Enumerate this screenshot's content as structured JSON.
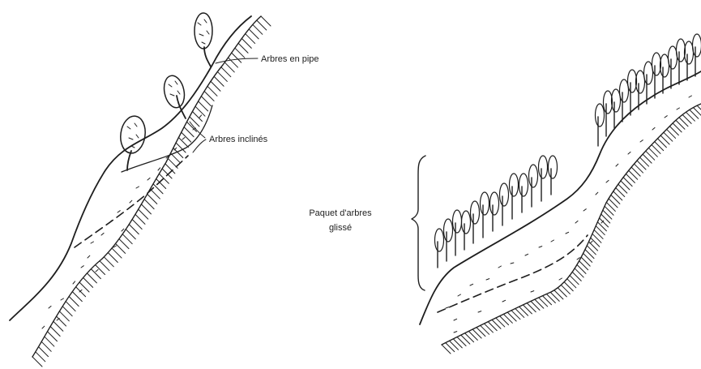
{
  "labels": {
    "arbres_en_pipe": "Arbres en pipe",
    "arbres_inclines": "Arbres inclinés",
    "paquet_line1": "Paquet d'arbres",
    "paquet_line2": "glissé"
  },
  "colors": {
    "ink": "#1e1e1e",
    "background": "#ffffff"
  }
}
